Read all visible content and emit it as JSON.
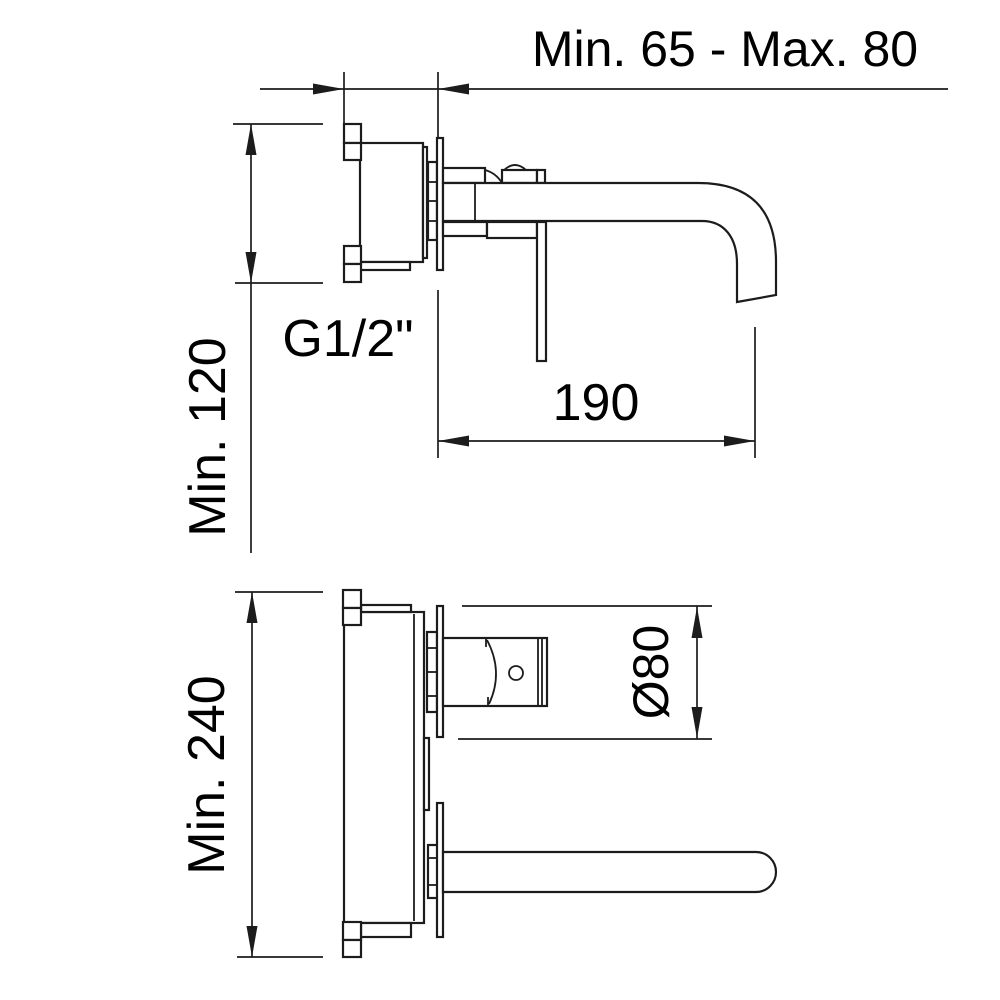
{
  "colors": {
    "line": "#1c1c1c",
    "background": "#ffffff"
  },
  "drawing": {
    "side_view": {
      "labels": {
        "wall_depth_range": "Min. 65 - Max. 80",
        "min_height": "Min. 120",
        "thread_size": "G1/2\"",
        "spout_projection": "190"
      }
    },
    "plan_view": {
      "labels": {
        "min_total_height": "Min. 240",
        "plate_diameter": "Ø80"
      }
    }
  }
}
